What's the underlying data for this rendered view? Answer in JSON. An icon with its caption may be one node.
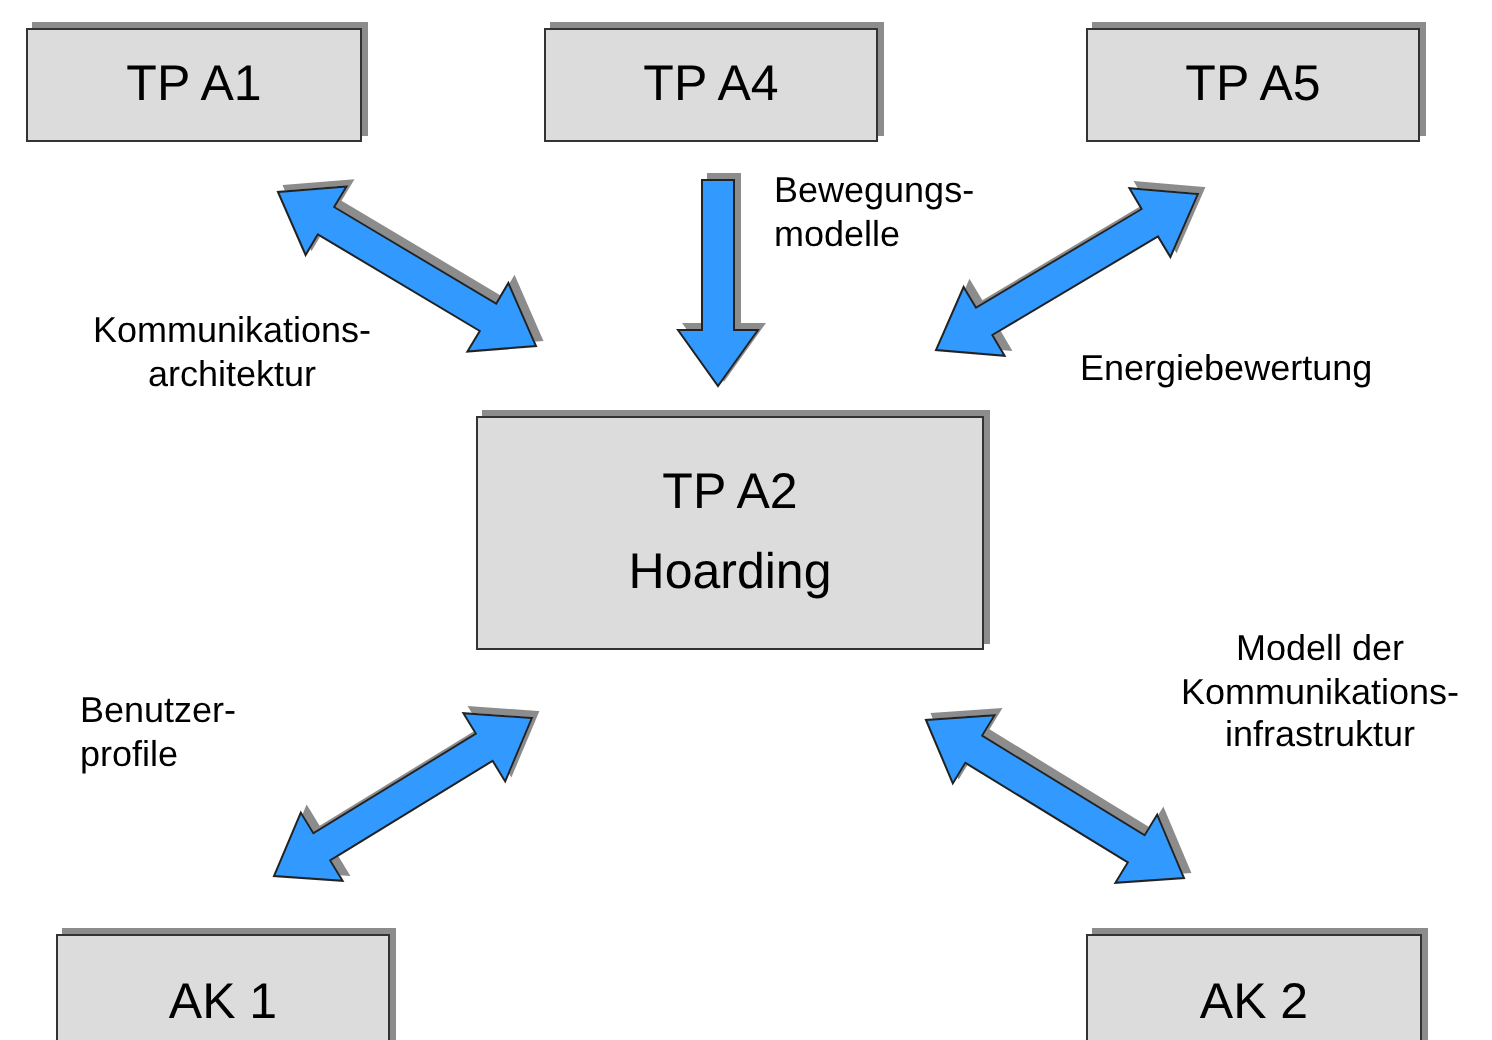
{
  "diagram": {
    "nodes": [
      {
        "text": [
          "TP A1"
        ]
      },
      {
        "text": [
          "TP A4"
        ]
      },
      {
        "text": [
          "TP A5"
        ]
      },
      {
        "text": [
          "TP A2",
          "Hoarding"
        ]
      },
      {
        "text": [
          "AK 1"
        ]
      },
      {
        "text": [
          "AK 2"
        ]
      }
    ],
    "edges": [
      {
        "from": 0,
        "to": 3,
        "arrow": "both",
        "label": "Kommunikations- architektur"
      },
      {
        "from": 1,
        "to": 3,
        "arrow": "to",
        "label": "Bewegungs- modelle"
      },
      {
        "from": 2,
        "to": 3,
        "arrow": "both",
        "label": "Energiebewertung"
      },
      {
        "from": 3,
        "to": 4,
        "arrow": "both",
        "label": "Benutzer- profile"
      },
      {
        "from": 3,
        "to": 5,
        "arrow": "both",
        "label": "Modell der Kommunikations- infrastruktur"
      }
    ]
  }
}
